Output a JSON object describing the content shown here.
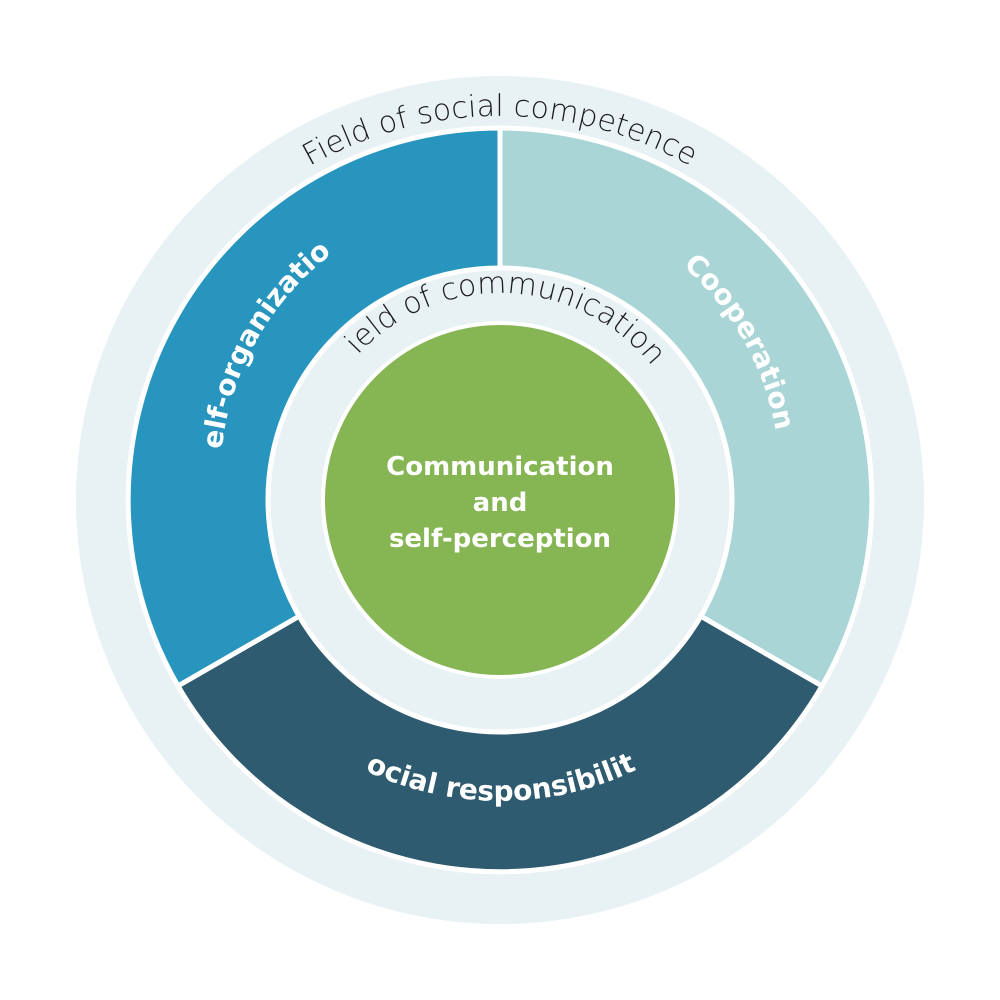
{
  "outer_ring": {
    "label": "Field of social competence",
    "color": "#e8f2f5"
  },
  "inner_ring": {
    "label": "Field of communication",
    "color": "#e8f2f5"
  },
  "segments": [
    {
      "id": "self-organization",
      "label": "Self-organization",
      "color": "#2895be"
    },
    {
      "id": "cooperation",
      "label": "Cooperation",
      "color": "#a9d5d6"
    },
    {
      "id": "social-responsibility",
      "label": "Social responsibility",
      "color": "#2f5b70"
    }
  ],
  "center": {
    "lines": [
      "Communication",
      "and",
      "self-perception"
    ],
    "color": "#86b553"
  }
}
